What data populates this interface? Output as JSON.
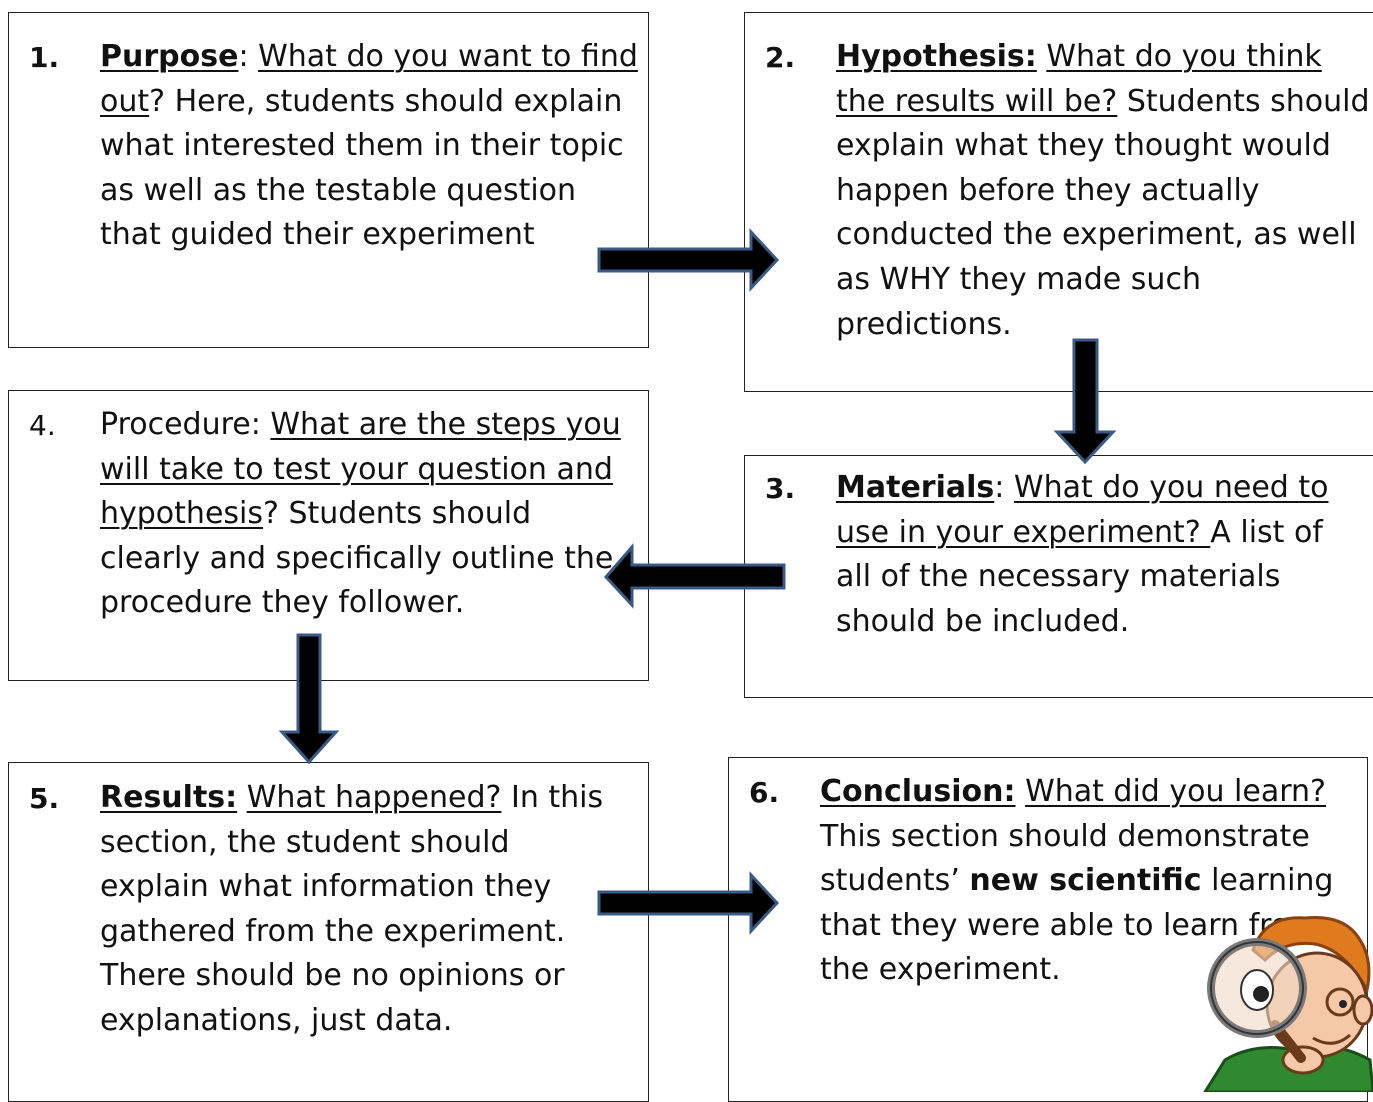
{
  "steps": [
    {
      "number": "1.",
      "title": "Purpose",
      "after_title": ":  ",
      "question": "What do you want to find out",
      "after_question": "?  Here, students should explain what interested them in their topic as well as the testable question that guided their experiment"
    },
    {
      "number": "2.",
      "title": "Hypothesis:",
      "after_title": "  ",
      "question": "What do you think the results will be?",
      "after_question": "  Students should explain what they thought would happen before they actually conducted the experiment, as well as WHY they made such predictions."
    },
    {
      "number": "3.",
      "title": "Materials",
      "after_title": ": ",
      "question": "What do you need to use in your experiment? ",
      "after_question": "A list of all of the necessary materials should be included."
    },
    {
      "number": "4.",
      "title": "Procedure:",
      "after_title": " ",
      "question": "What are the steps you will take to test your question and hypothesis",
      "after_question": "?  Students should clearly and specifically outline the procedure they follower."
    },
    {
      "number": "5.",
      "title": "Results:",
      "after_title": " ",
      "question": "What happened?",
      "after_question": " In this section, the student should explain what information they gathered from the experiment. There should be no opinions or explanations, just data."
    },
    {
      "number": "6.",
      "title": "Conclusion:",
      "after_title": " ",
      "question": "What did you learn?",
      "text_before_emphasis": " This section should demonstrate students’ ",
      "emphasis": "new scientific",
      "text_after_emphasis": " learning that they were able to learn from the experiment."
    }
  ],
  "colors": {
    "arrow_fill": "#000000",
    "arrow_outline": "#3a5a85",
    "box_border": "#222222"
  },
  "mascot_icon": "scientist-with-magnifying-glass-icon"
}
